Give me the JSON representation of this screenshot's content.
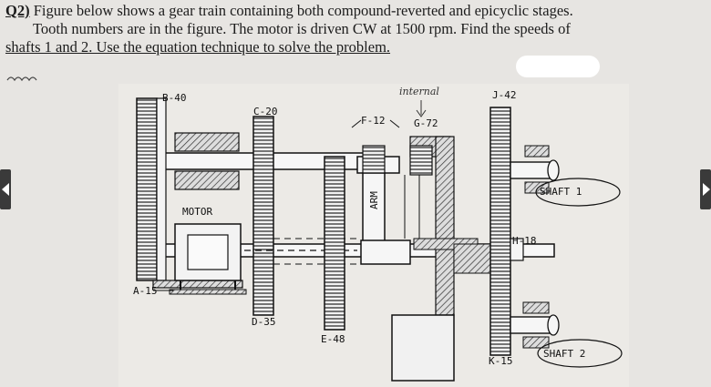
{
  "problem": {
    "label": "Q2)",
    "line1": "Figure below shows a gear train containing both compound-reverted and epicyclic stages.",
    "line2": "Tooth numbers are in the figure. The motor is driven CW at 1500 rpm. Find the speeds of",
    "line3": "shafts 1 and 2. Use the equation technique to solve the problem."
  },
  "figure": {
    "labels": {
      "b": "B-40",
      "c": "C-20",
      "motor": "MOTOR",
      "a": "A-15",
      "d": "D-35",
      "e": "E-48",
      "f": "F-12",
      "arm": "ARM",
      "g": "G-72",
      "internal": "internal",
      "j": "J-42",
      "shaft1": "SHAFT 1",
      "h": "H-18",
      "k": "K-15",
      "shaft2": "SHAFT 2"
    }
  }
}
